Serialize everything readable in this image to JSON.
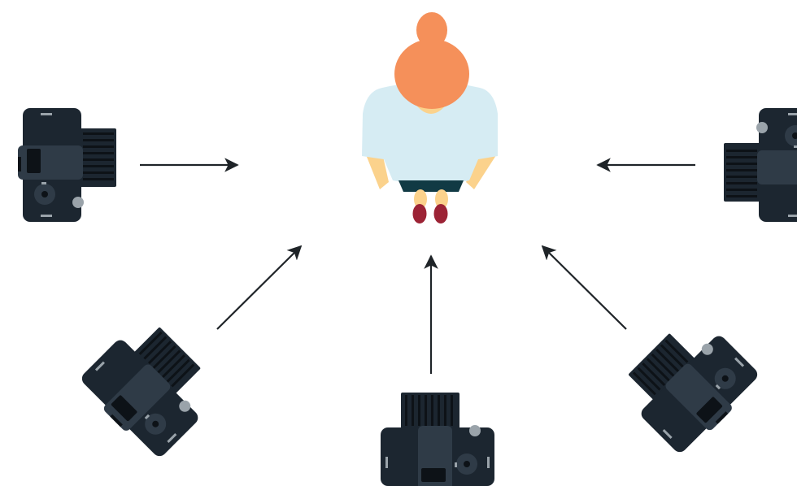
{
  "scene": {
    "background_color": "#ffffff",
    "arrow_color": "#1f2428",
    "subject": {
      "icon": "person-top-view-icon",
      "hair_color": "#f5905a",
      "shirt_color": "#d6ecf3",
      "skin_color": "#fbd28c",
      "skirt_color": "#113a44",
      "shoe_color": "#9c2335"
    },
    "camera_style": {
      "body_color": "#1c2630",
      "grip_color": "#2f3b47",
      "accent_color": "#0d1217",
      "button_color": "#9aa3aa"
    },
    "cameras": [
      {
        "id": "left",
        "icon": "camera-icon"
      },
      {
        "id": "right",
        "icon": "camera-icon"
      },
      {
        "id": "lower-left",
        "icon": "camera-icon"
      },
      {
        "id": "bottom",
        "icon": "camera-icon"
      },
      {
        "id": "lower-right",
        "icon": "camera-icon"
      }
    ]
  }
}
